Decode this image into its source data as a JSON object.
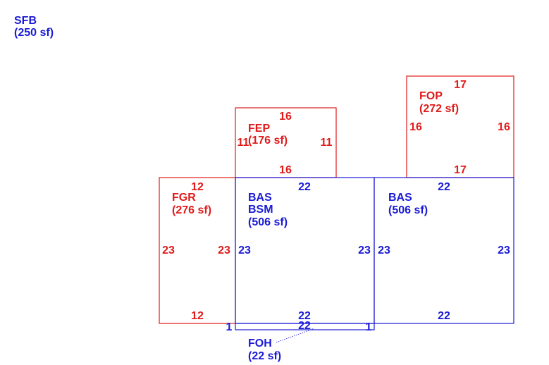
{
  "colors": {
    "blue": "#1a1ad6",
    "red": "#e01b1b"
  },
  "areas": [
    {
      "id": "sfb",
      "code": "SFB",
      "area": "(250 sf)",
      "color": "blue"
    },
    {
      "id": "fep",
      "code": "FEP",
      "area": "(176 sf)",
      "color": "red",
      "dims": [
        "16",
        "16",
        "11",
        "11"
      ]
    },
    {
      "id": "fop",
      "code": "FOP",
      "area": "(272 sf)",
      "color": "red",
      "dims": [
        "17",
        "17",
        "16",
        "16"
      ]
    },
    {
      "id": "fgr",
      "code": "FGR",
      "area": "(276 sf)",
      "color": "red",
      "dims": [
        "12",
        "12",
        "23",
        "23"
      ]
    },
    {
      "id": "bas1",
      "code": "BAS",
      "code2": "BSM",
      "area": "(506 sf)",
      "color": "blue",
      "dims": [
        "22",
        "22",
        "23",
        "23"
      ]
    },
    {
      "id": "bas2",
      "code": "BAS",
      "area": "(506 sf)",
      "color": "blue",
      "dims": [
        "22",
        "22",
        "23",
        "23"
      ]
    },
    {
      "id": "foh",
      "code": "FOH",
      "area": "(22 sf)",
      "color": "blue",
      "dims": [
        "22",
        "1",
        "1"
      ]
    }
  ]
}
